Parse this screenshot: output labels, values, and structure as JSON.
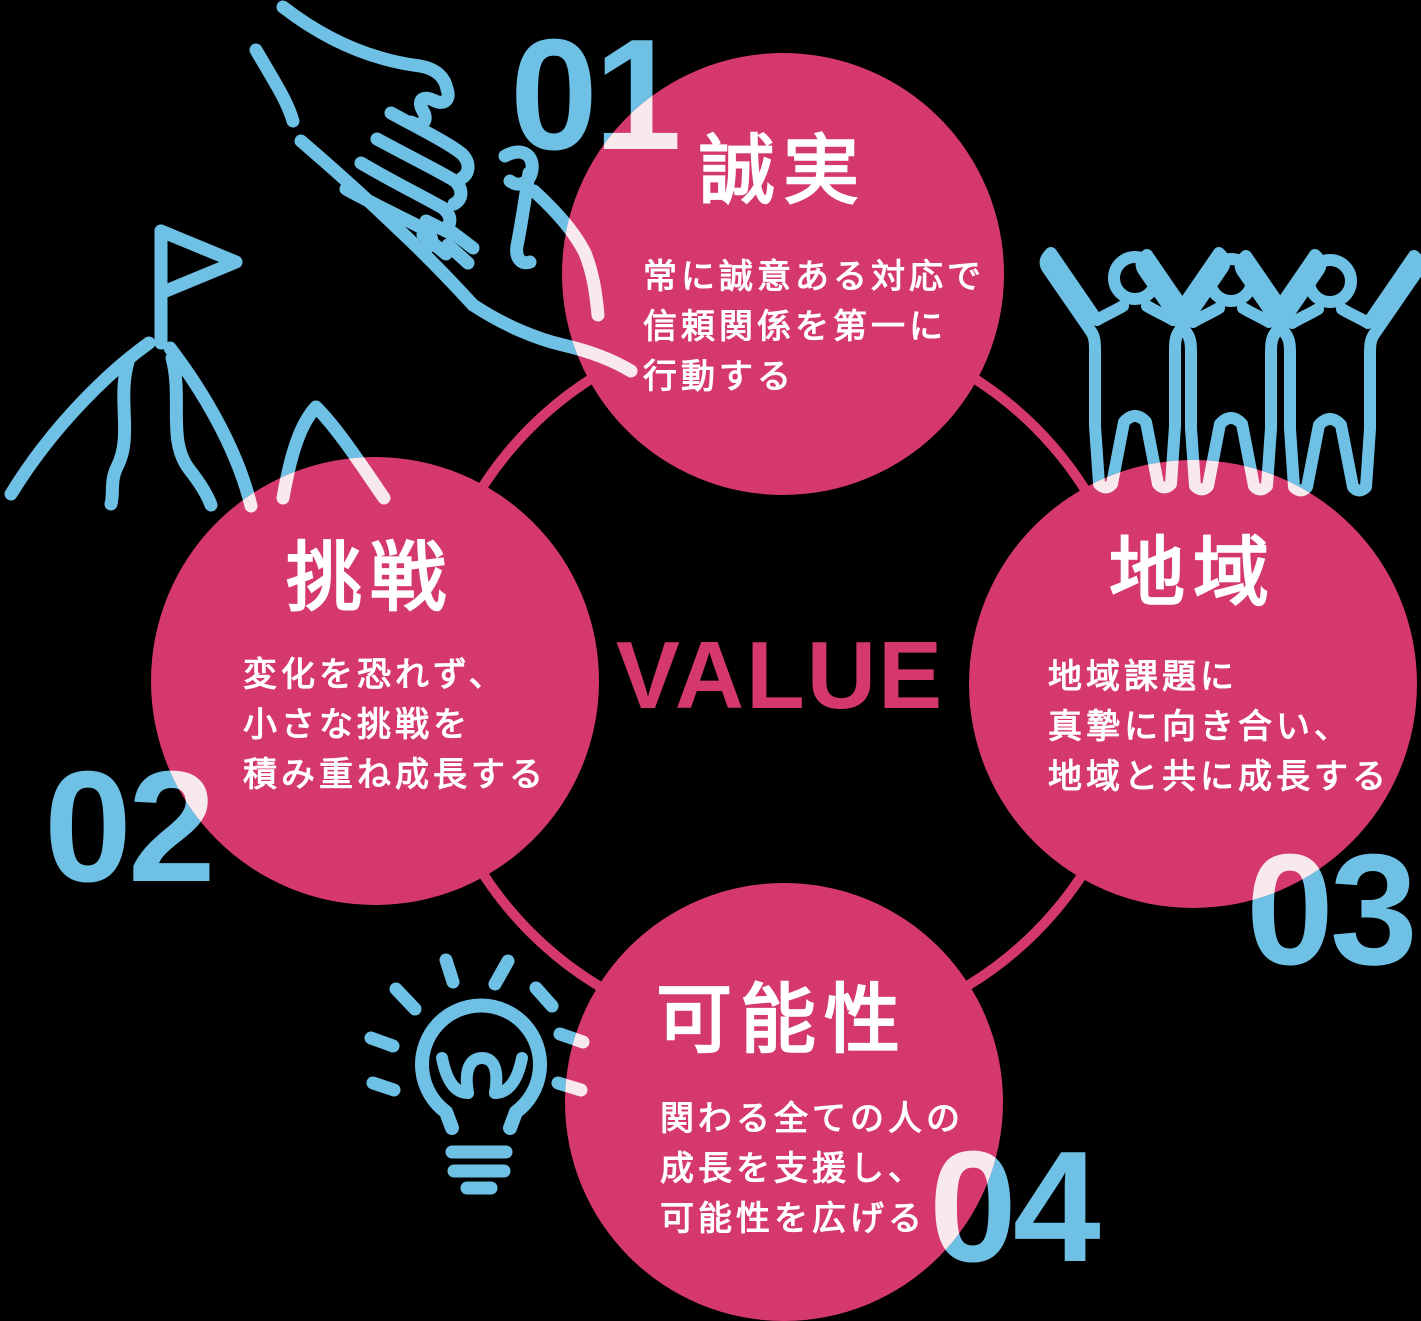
{
  "center_label": "VALUE",
  "values": [
    {
      "number": "01",
      "title": "誠実",
      "lines": [
        "常に誠意ある対応で",
        "信頼関係を第一に",
        "行動する"
      ],
      "icon": "handshake-icon"
    },
    {
      "number": "02",
      "title": "挑戦",
      "lines": [
        "変化を恐れず、",
        "小さな挑戦を",
        "積み重ね成長する"
      ],
      "icon": "mountain-flag-icon"
    },
    {
      "number": "03",
      "title": "地域",
      "lines": [
        "地域課題に",
        "真摯に向き合い、",
        "地域と共に成長する"
      ],
      "icon": "people-community-icon"
    },
    {
      "number": "04",
      "title": "可能性",
      "lines": [
        "関わる全ての人の",
        "成長を支援し、",
        "可能性を広げる"
      ],
      "icon": "lightbulb-icon"
    }
  ],
  "colors": {
    "pink": "#d5386f",
    "blue": "#6ec0e4",
    "cream": "#f8e9ed",
    "text_on_circle": "#ffffff",
    "background": "#000000"
  }
}
